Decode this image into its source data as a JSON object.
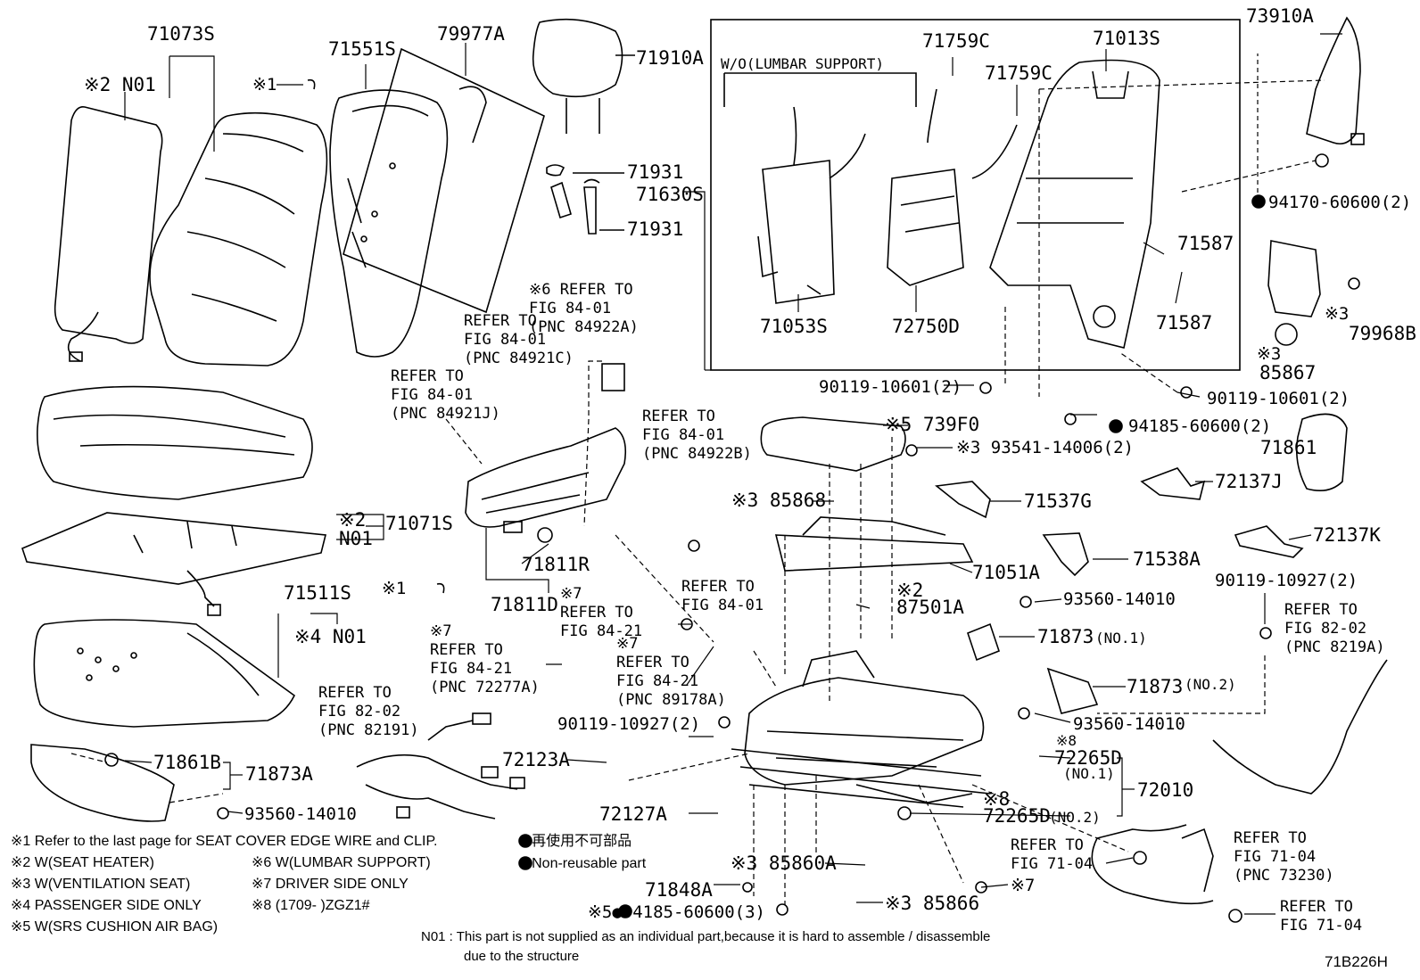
{
  "diagram_id": "71B226H",
  "inset_box": {
    "label": "W/O(LUMBAR SUPPORT)"
  },
  "parts": {
    "p71073S": "71073S",
    "p71551S": "71551S",
    "p79977A": "79977A",
    "p71910A": "71910A",
    "p71759C_1": "71759C",
    "p71759C_2": "71759C",
    "p71013S": "71013S",
    "p73910A": "73910A",
    "n01_a": "※2 N01",
    "sym1_a": "※1",
    "p71931_a": "71931",
    "p71931_b": "71931",
    "p71630S": "71630S",
    "p94170": "94170-60600(2)",
    "p71587_a": "71587",
    "p71587_b": "71587",
    "p71053S": "71053S",
    "p72750D": "72750D",
    "p79968B": "79968B",
    "sym3_79968B": "※3",
    "sym3_85867": "※3",
    "p85867": "85867",
    "p90119_10601_a": "90119-10601(2)",
    "p90119_10601_b": "90119-10601(2)",
    "p94185_a": "94185-60600(2)",
    "p739F0": "※5 739F0",
    "p93541": "※3 93541-14006(2)",
    "p71861": "71861",
    "p72137J": "72137J",
    "p85868": "※3 85868",
    "p71537G": "71537G",
    "p71538A": "71538A",
    "p72137K": "72137K",
    "p71071S": "71071S",
    "n01_b": "※2\nN01",
    "p71811R": "71811R",
    "p71811D": "71811D",
    "p71051A": "71051A",
    "p87501A": "※2\n87501A",
    "sym1_b": "※1",
    "p93560_a": "93560-14010",
    "p90119_10927_a": "90119-10927(2)",
    "p71511S": "71511S",
    "n01_c": "※4 N01",
    "p71873_1": "71873",
    "p71873_1_sub": "(NO.1)",
    "p71873_2": "71873",
    "p71873_2_sub": "(NO.2)",
    "p93560_b": "93560-14010",
    "p90119_10927_b": "90119-10927(2)",
    "p72123A": "72123A",
    "p72265D_1": "72265D",
    "p72265D_1_sub": "(NO.1)",
    "p72265D_1_sym": "※8",
    "p72010": "72010",
    "p71861B": "71861B",
    "p71873A": "71873A",
    "p93560_c": "93560-14010",
    "p72127A": "72127A",
    "p72265D_2": "※8\n72265D",
    "p72265D_2_sub": "(NO.2)",
    "p85860A": "※3 85860A",
    "p71848A": "71848A",
    "p94185_b": "※5●94185-60600(3)",
    "p85866": "※3 85866",
    "sym7": "※7"
  },
  "refs": {
    "r_84921C": "REFER TO\nFIG 84-01\n(PNC 84921C)",
    "r_84922A": "※6 REFER TO\nFIG 84-01\n(PNC 84922A)",
    "r_84921J": "REFER TO\nFIG 84-01\n(PNC 84921J)",
    "r_84922B": "REFER TO\nFIG 84-01\n(PNC 84922B)",
    "r_84_01": "REFER TO\nFIG 84-01",
    "r_84_21_a": "※7\nREFER TO\nFIG 84-21",
    "r_72277A": "※7\nREFER TO\nFIG 84-21\n(PNC 72277A)",
    "r_89178A": "※7\nREFER TO\nFIG 84-21\n(PNC 89178A)",
    "r_82191": "REFER TO\nFIG 82-02\n(PNC 82191)",
    "r_8219A": "REFER TO\nFIG 82-02\n(PNC 8219A)",
    "r_71_04_a": "REFER TO\nFIG 71-04",
    "r_73230": "REFER TO\nFIG 71-04\n(PNC 73230)",
    "r_71_04_b": "REFER TO\nFIG 71-04"
  },
  "notes": {
    "n1": "※1 Refer to the last page for SEAT COVER EDGE WIRE and CLIP.",
    "n2": "※2 W(SEAT HEATER)",
    "n3": "※3 W(VENTILATION SEAT)",
    "n4": "※4 PASSENGER SIDE ONLY",
    "n5": "※5 W(SRS CUSHION AIR BAG)",
    "n6": "※6 W(LUMBAR SUPPORT)",
    "n7": "※7 DRIVER SIDE ONLY",
    "n8": "※8 (1709-       )ZGZ1#",
    "legend_jp": "● 再使用不可部品",
    "legend_en": "● Non-reusable part",
    "footnote_1": "N01 : This part is not supplied as an individual part,because it is hard to assemble / disassemble",
    "footnote_2": "due to the structure"
  }
}
